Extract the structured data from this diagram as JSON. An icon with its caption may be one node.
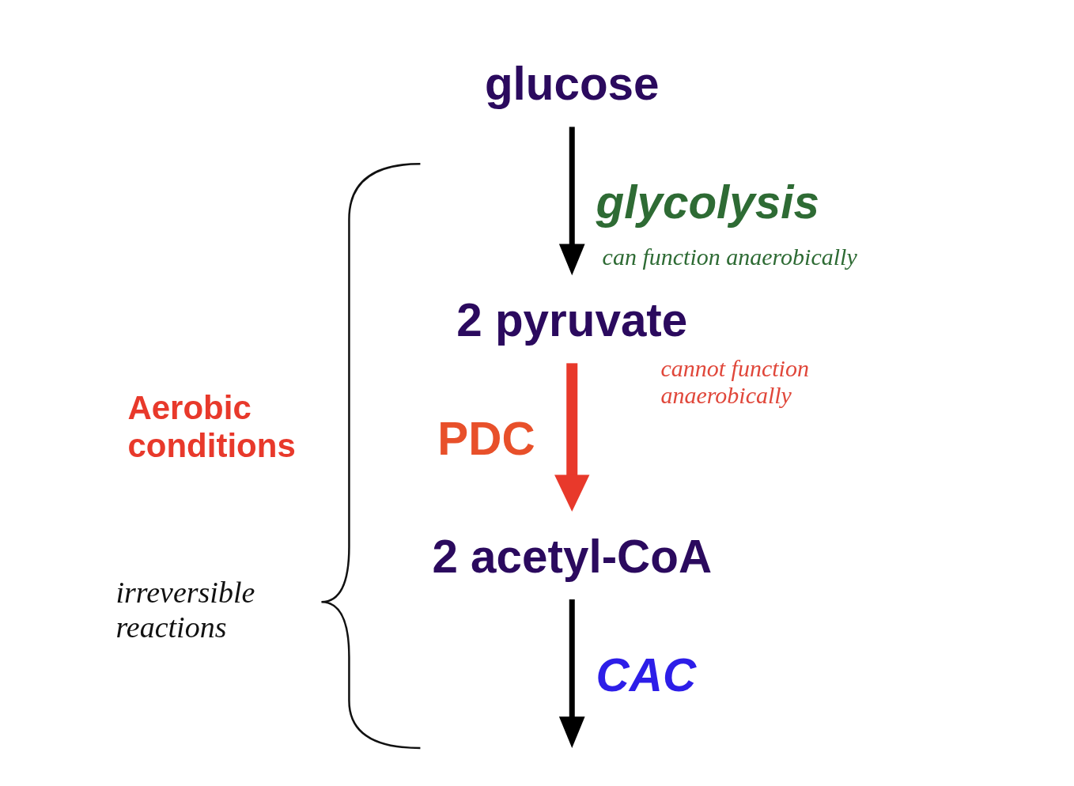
{
  "diagram": {
    "nodes": [
      {
        "text": [
          "glucose"
        ]
      },
      {
        "text": [
          "2 pyruvate"
        ]
      },
      {
        "text": [
          "2 acetyl-CoA"
        ]
      }
    ],
    "edges": [
      {
        "from": 0,
        "to": 1,
        "arrow": "to",
        "label": "glycolysis"
      },
      {
        "from": 1,
        "to": 2,
        "arrow": "to",
        "label": "PDC",
        "style": "thick",
        "color": "#e8392b"
      },
      {
        "from": 2,
        "to": null,
        "arrow": "to",
        "label": "CAC"
      }
    ],
    "labels": [
      "can function anaerobically",
      "Aerobic conditions",
      "cannot function anaerobically",
      "irreversible reactions"
    ]
  }
}
